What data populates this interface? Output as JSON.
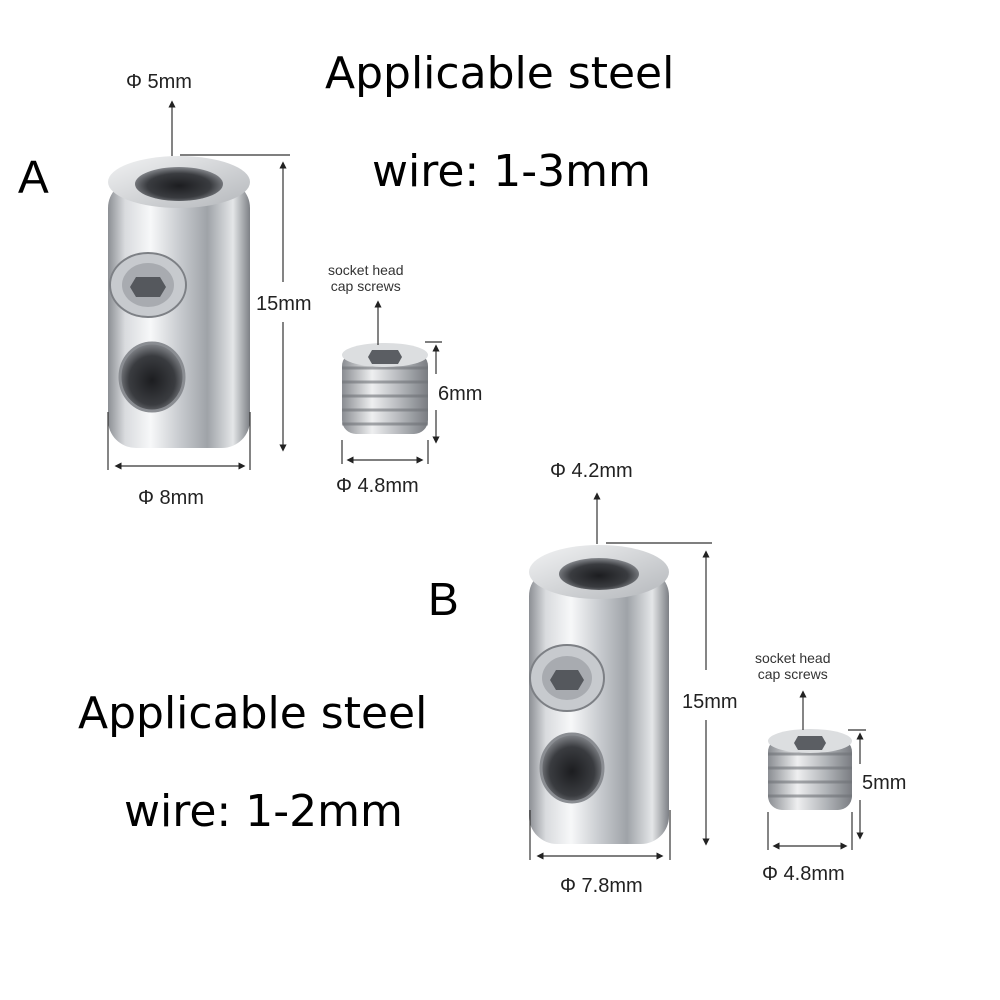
{
  "product_a": {
    "letter": "A",
    "title_line1": "Applicable steel",
    "title_line2": "wire: 1-3mm",
    "inner_diameter": "Φ 5mm",
    "length": "15mm",
    "outer_diameter": "Φ 8mm",
    "screw_label_line1": "socket head",
    "screw_label_line2": "cap screws",
    "screw_length": "6mm",
    "screw_diameter": "Φ 4.8mm"
  },
  "product_b": {
    "letter": "B",
    "title_line1": "Applicable steel",
    "title_line2": "wire: 1-2mm",
    "inner_diameter": "Φ 4.2mm",
    "length": "15mm",
    "outer_diameter": "Φ 7.8mm",
    "screw_label_line1": "socket head",
    "screw_label_line2": "cap screws",
    "screw_length": "5mm",
    "screw_diameter": "Φ 4.8mm"
  }
}
